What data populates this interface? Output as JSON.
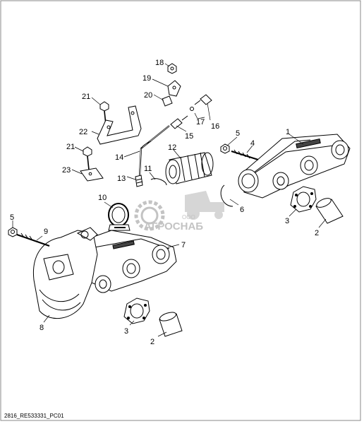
{
  "callouts": [
    "1",
    "2",
    "2",
    "3",
    "3",
    "4",
    "5",
    "5",
    "6",
    "7",
    "8",
    "9",
    "10",
    "11",
    "12",
    "13",
    "14",
    "15",
    "16",
    "17",
    "18",
    "19",
    "20",
    "21",
    "21",
    "22",
    "23"
  ],
  "footer_code": "2816_RE533331_PC01",
  "watermark": {
    "company_form": "ООО",
    "company_name": "АГРОСНАБ"
  },
  "colors": {
    "line": "#000000",
    "watermark": "#b9b9b9",
    "background": "#ffffff"
  }
}
